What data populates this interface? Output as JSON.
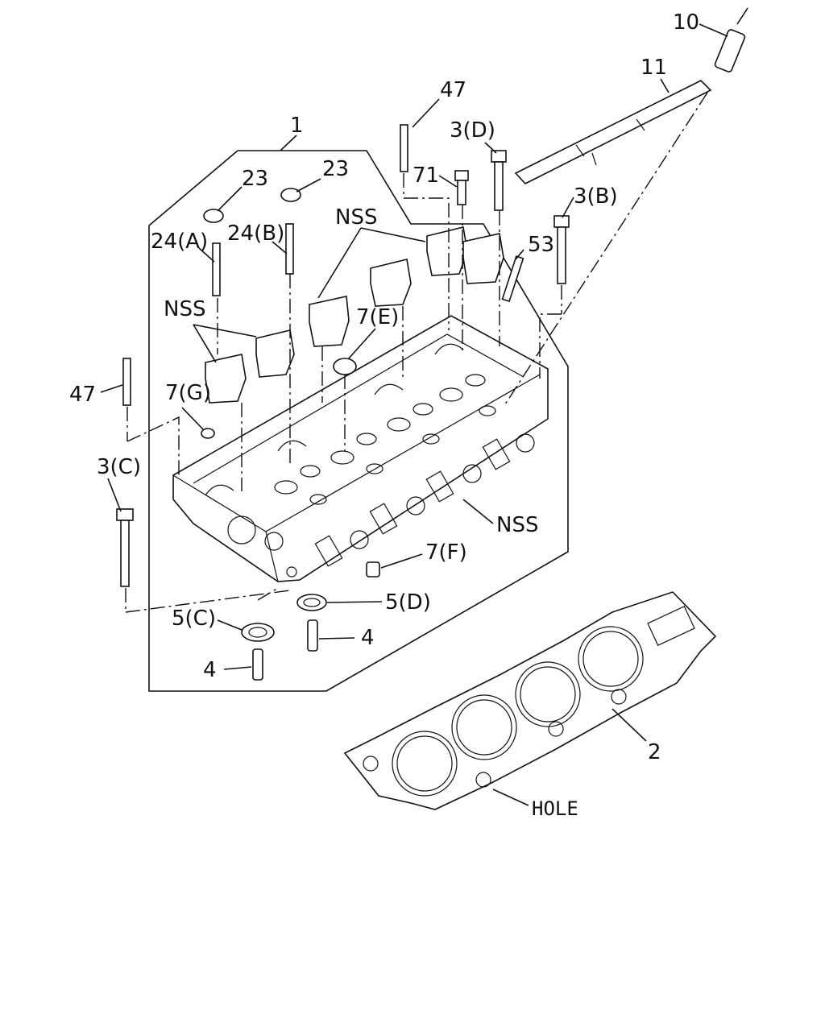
{
  "labels": {
    "p10": "10",
    "p11": "11",
    "p47_top": "47",
    "p1": "1",
    "p3d": "3(D)",
    "p23_left": "23",
    "p23_right": "23",
    "p71": "71",
    "p3b": "3(B)",
    "nss_top": "NSS",
    "p24a": "24(A)",
    "p24b": "24(B)",
    "p53": "53",
    "nss_left": "NSS",
    "p7e": "7(E)",
    "p47_left": "47",
    "p7g": "7(G)",
    "p3c": "3(C)",
    "nss_side": "NSS",
    "p7f": "7(F)",
    "p5d": "5(D)",
    "p5c": "5(C)",
    "p4_right": "4",
    "p4_left": "4",
    "p2": "2",
    "hole": "HOLE"
  }
}
